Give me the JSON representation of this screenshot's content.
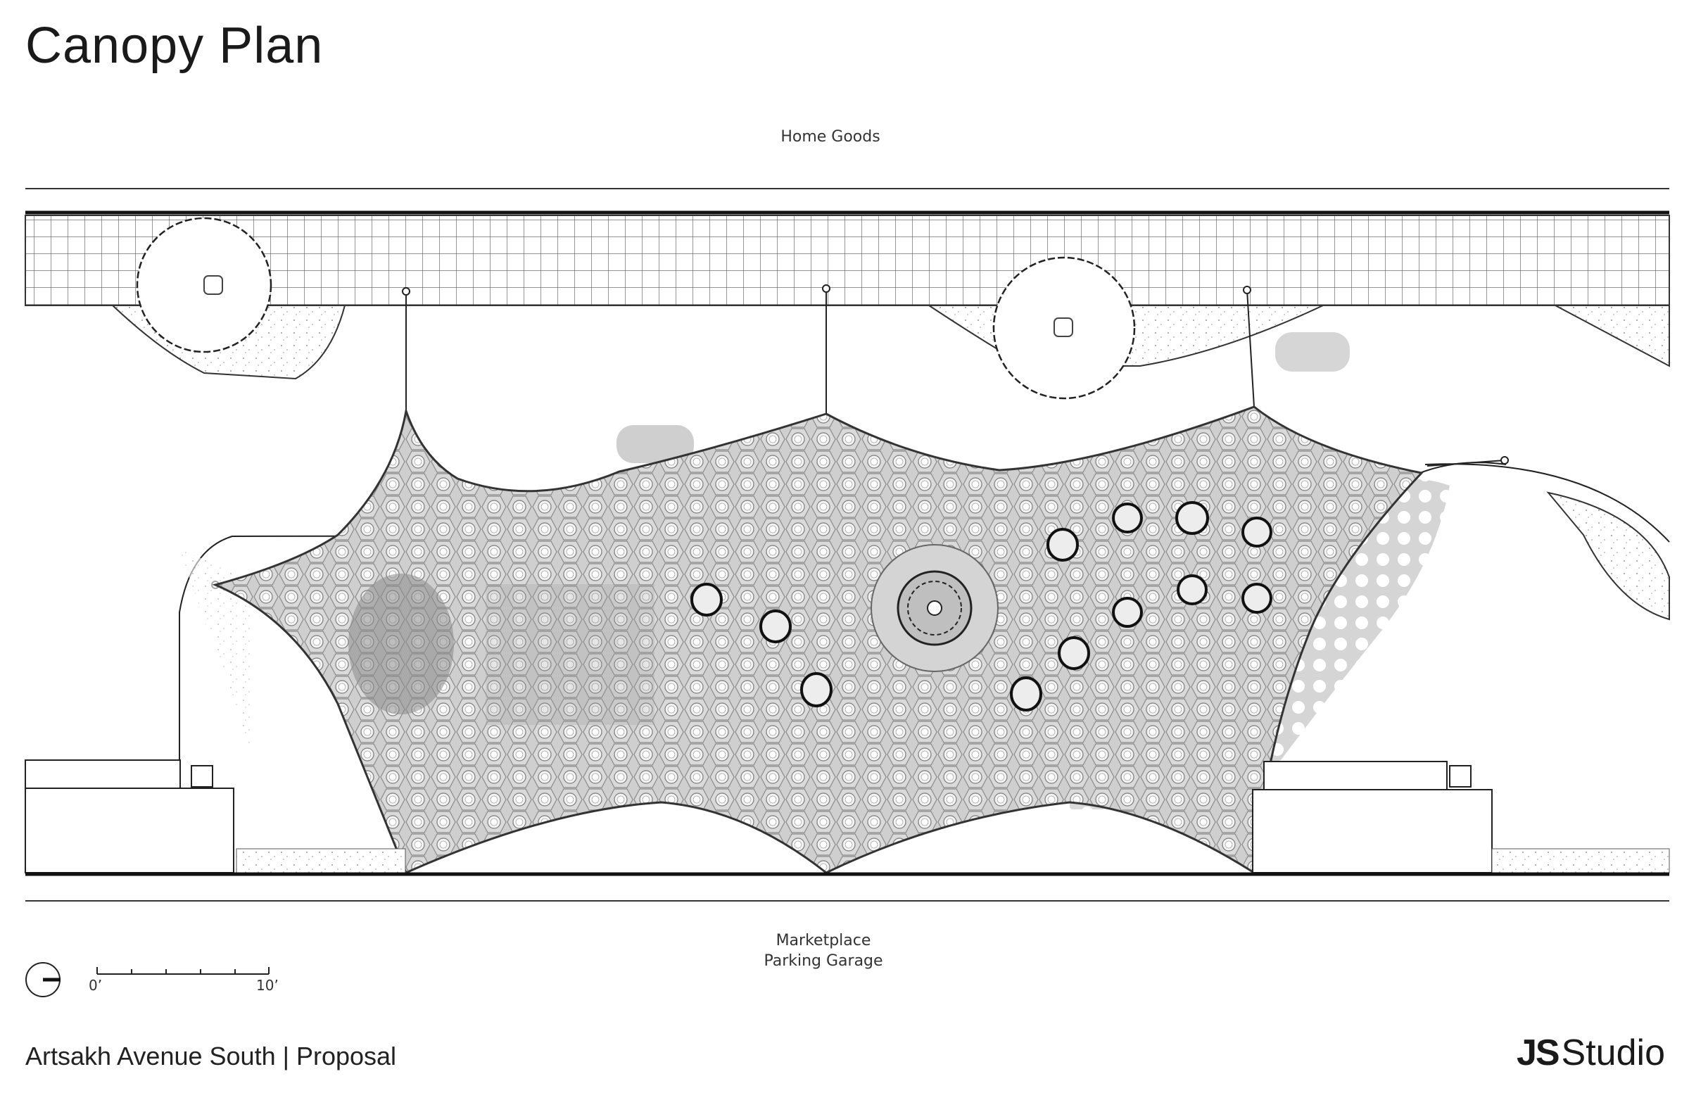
{
  "title": "Canopy Plan",
  "labels": {
    "north_building": "Home Goods",
    "south_building_line1": "Marketplace",
    "south_building_line2": "Parking Garage"
  },
  "scale_bar": {
    "start_label": "0’",
    "end_label": "10’"
  },
  "footer": {
    "project": "Artsakh Avenue South | Proposal",
    "brand_bold": "JS",
    "brand_regular": "Studio"
  },
  "icons": {
    "north_arrow": "north-arrow-icon"
  },
  "colors": {
    "linework": "#222222",
    "canopy_fill": "#c9c9c9",
    "tree_fill": "#ffffff",
    "shadow": "#bdbdbd"
  }
}
